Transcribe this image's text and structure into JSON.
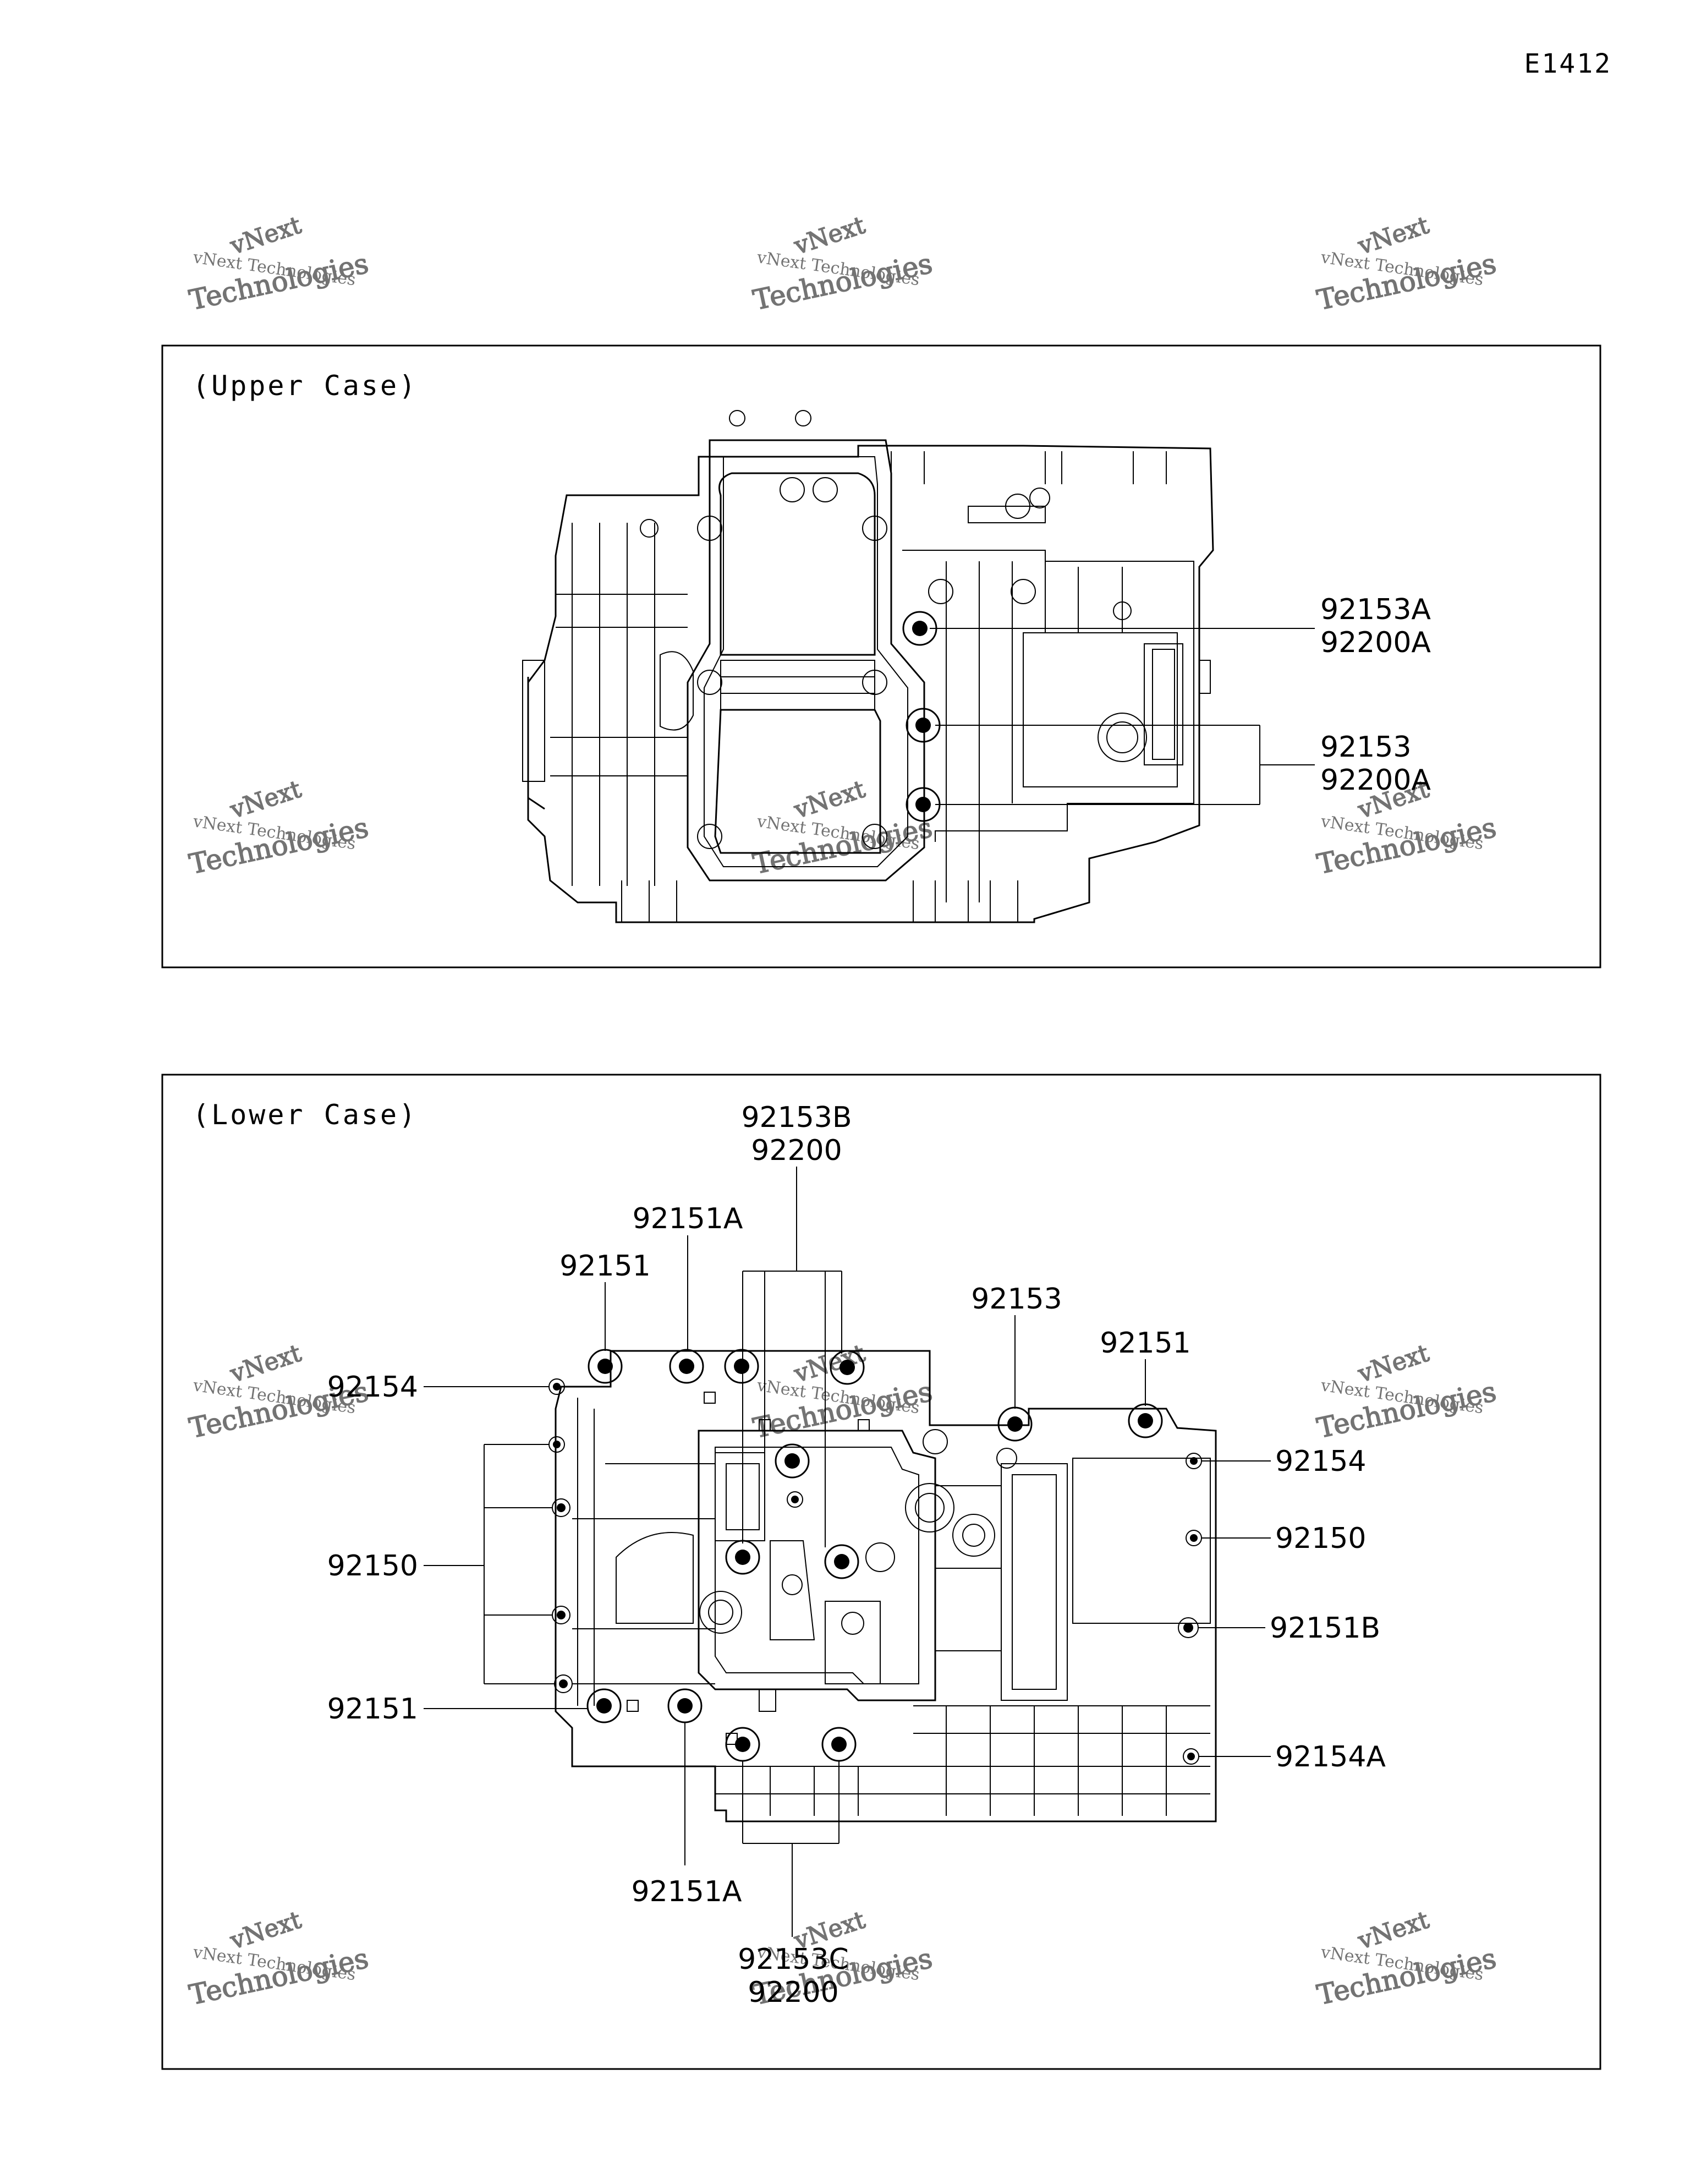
{
  "page": {
    "code": "E1412"
  },
  "watermark": {
    "line1": "vNext",
    "line2": "vNext Technologies",
    "line3": "Technologies"
  },
  "upper": {
    "title": "(Upper Case)",
    "callouts": [
      {
        "lines": [
          "92153A",
          "92200A"
        ]
      },
      {
        "lines": [
          "92153",
          "92200A"
        ]
      }
    ]
  },
  "lower": {
    "title": "(Lower Case)",
    "callouts": [
      {
        "lines": [
          "92153B",
          "92200"
        ]
      },
      {
        "lines": [
          "92151A"
        ]
      },
      {
        "lines": [
          "92151"
        ]
      },
      {
        "lines": [
          "92153"
        ]
      },
      {
        "lines": [
          "92151"
        ]
      },
      {
        "lines": [
          "92154"
        ]
      },
      {
        "lines": [
          "92154"
        ]
      },
      {
        "lines": [
          "92150"
        ]
      },
      {
        "lines": [
          "92150"
        ]
      },
      {
        "lines": [
          "92151B"
        ]
      },
      {
        "lines": [
          "92151"
        ]
      },
      {
        "lines": [
          "92154A"
        ]
      },
      {
        "lines": [
          "92151A"
        ]
      },
      {
        "lines": [
          "92153C",
          "92200"
        ]
      }
    ]
  }
}
